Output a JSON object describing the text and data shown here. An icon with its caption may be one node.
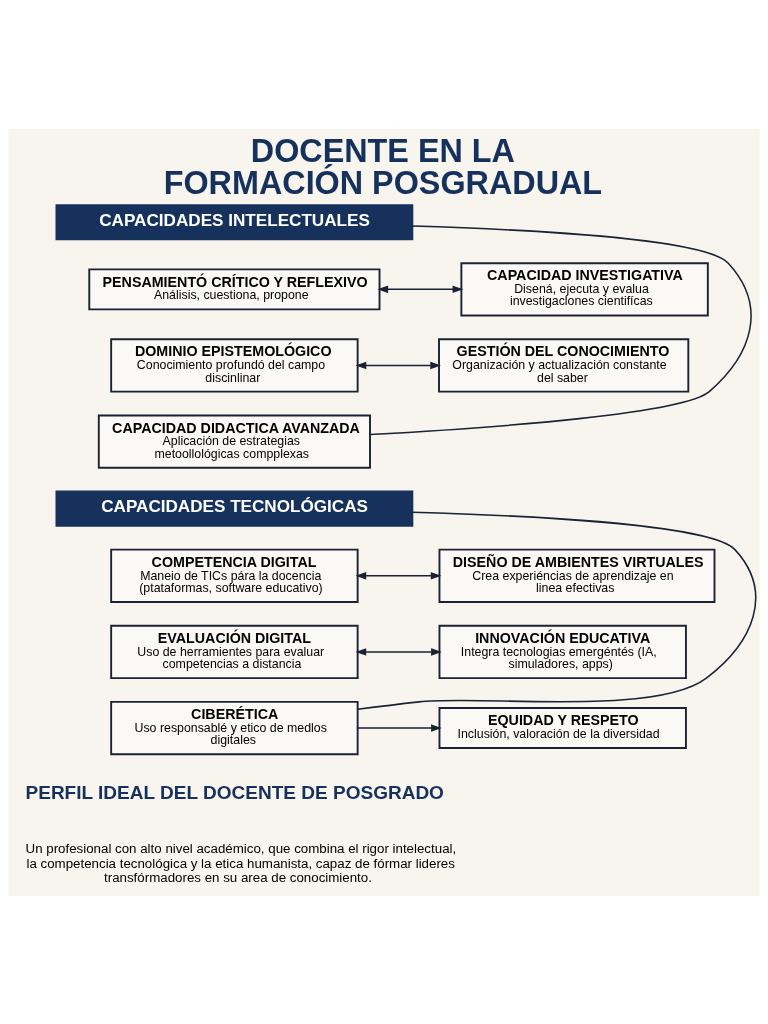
{
  "diagram": {
    "title": "DOCENTE EN LA FORMACIÓN POSGRADUAL",
    "nodes": [
      {
        "text": [
          "CAPACIDADES INTELECTUALES"
        ]
      },
      {
        "text": [
          "PENSAMIENTÓ CRÍTICO Y REFLEXIVO",
          "Análisis, cuestiona, propone"
        ]
      },
      {
        "text": [
          "CAPACIDAD INVESTIGATIVA",
          "Disená, ejecuta y evalua investigaclones cientifícas"
        ]
      },
      {
        "text": [
          "DOMINIO EPISTEMOLÓGICO",
          "Conocimiento profundó del campo discinlinar"
        ]
      },
      {
        "text": [
          "GESTIÓN DEL CONOCIMIENTO",
          "Organización y actualización constante del saber"
        ]
      },
      {
        "text": [
          "CAPACIDAD DIDACTICA AVANZADA",
          "Aplicación de estrategias metoollológicas compplexas"
        ]
      },
      {
        "text": [
          "CAPACIDADES TECNOLÓGICAS"
        ]
      },
      {
        "text": [
          "COMPETENCIA DIGITAL",
          "Maneio de TICs pára la docencia (ptataformas, software educativo)"
        ]
      },
      {
        "text": [
          "DISEÑO DE AMBIENTES VIRTUALES",
          "Crea experiéncias de aprendizaje en linea efectivas"
        ]
      },
      {
        "text": [
          "EVALUACIÓN DIGITAL",
          "Uso de herramientes para evaluar competencias a distancia"
        ]
      },
      {
        "text": [
          "INNOVACIÓN EDUCATIVA",
          "Integra tecnologias emergéntés (IA, simuladores, apps)"
        ]
      },
      {
        "text": [
          "CIBERÉTICA",
          "Uso responsablé y etico de medlos digitales"
        ]
      },
      {
        "text": [
          "EQUIDAD Y RESPETO",
          "Inclusión, valoración de la diversidad"
        ]
      }
    ],
    "edges": [
      {
        "from": 0,
        "to": 5,
        "arrow": "none"
      },
      {
        "from": 1,
        "to": 2,
        "arrow": "both"
      },
      {
        "from": 3,
        "to": 4,
        "arrow": "both"
      },
      {
        "from": 6,
        "to": 11,
        "arrow": "none"
      },
      {
        "from": 7,
        "to": 8,
        "arrow": "both"
      },
      {
        "from": 9,
        "to": 10,
        "arrow": "both"
      },
      {
        "from": 11,
        "to": 12,
        "arrow": "to"
      }
    ],
    "labels": [
      "PERFIL IDEAL DEL DOCENTE DE POSGRADO",
      "Un profesional con alto nivel académico, que combina el rigor intelectual, la competencia tecnológica y la etica humanista, capaz de fórmar lideres transfórmadores en su area de conocimiento."
    ]
  }
}
